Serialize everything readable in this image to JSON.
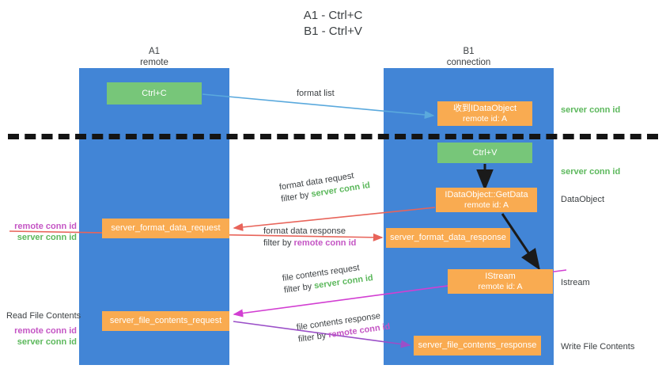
{
  "title": {
    "line1": "A1 - Ctrl+C",
    "line2": "B1 - Ctrl+V"
  },
  "columns": {
    "a1": {
      "name": "A1",
      "role": "remote"
    },
    "b1": {
      "name": "B1",
      "role": "connection"
    }
  },
  "nodes": {
    "ctrl_c": {
      "label": "Ctrl+C",
      "sub": ""
    },
    "idataobject_recv": {
      "label": "收到IDataObject",
      "sub": "remote id: A"
    },
    "ctrl_v": {
      "label": "Ctrl+V",
      "sub": ""
    },
    "getdata": {
      "label": "IDataObject::GetData",
      "sub": "remote id: A"
    },
    "istream": {
      "label": "IStream",
      "sub": "remote id: A"
    },
    "server_format_data_request": {
      "label": "server_format_data_request"
    },
    "server_format_data_response": {
      "label": "server_format_data_response"
    },
    "server_file_contents_request": {
      "label": "server_file_contents_request"
    },
    "server_file_contents_response": {
      "label": "server_file_contents_response"
    }
  },
  "edges": {
    "format_list": "format list",
    "format_data_request": {
      "line1": "format data request",
      "prefix": "filter by ",
      "key": "server conn id"
    },
    "format_data_response": {
      "line1": "format data response",
      "prefix": "filter by ",
      "key": "remote conn id"
    },
    "file_contents_request": {
      "line1": "file contents request",
      "prefix": "filter by ",
      "key": "server conn id"
    },
    "file_contents_response": {
      "line1": "file contents response",
      "prefix": "filter by ",
      "key": "remote conn id"
    }
  },
  "annotations": {
    "server_conn_id_top": "server conn id",
    "server_conn_id_mid": "server conn id",
    "dataobject": "DataObject",
    "istream": "Istream",
    "write_file_contents": "Write File Contents",
    "read_file_contents": "Read File Contents",
    "remote_conn_id_a": "remote conn id",
    "server_conn_id_a": "server conn id",
    "remote_conn_id_b": "remote conn id",
    "server_conn_id_b": "server conn id"
  },
  "colors": {
    "lane": "#4285d6",
    "green_node": "#77c679",
    "orange_node": "#f9ab51",
    "green_text": "#5cb85c",
    "purple_text": "#c455c4",
    "arrow_blue": "#5aa9dd",
    "arrow_red": "#e8645a",
    "arrow_magenta": "#d23fd2",
    "arrow_purple": "#9b4fc8",
    "arrow_dark": "#1a1a1a",
    "separator": "#141414"
  }
}
